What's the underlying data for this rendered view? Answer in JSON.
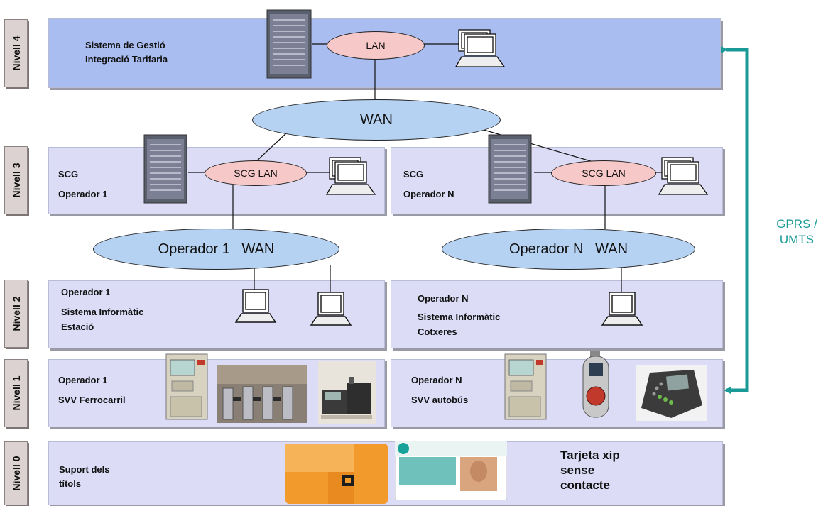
{
  "levels": [
    {
      "id": "4",
      "tab": "Nivell 4"
    },
    {
      "id": "3",
      "tab": "Nivell 3"
    },
    {
      "id": "2",
      "tab": "Nivell 2"
    },
    {
      "id": "1",
      "tab": "Nivell 1"
    },
    {
      "id": "0",
      "tab": "Nivell 0"
    }
  ],
  "level4": {
    "line1": "Sistema de Gestió",
    "line2": "Integració Tarifaria",
    "lan": "LAN"
  },
  "wan_central": "WAN",
  "level3": {
    "left": {
      "line1": "SCG",
      "line2": "Operador 1",
      "lan": "SCG LAN"
    },
    "right": {
      "line1": "SCG",
      "line2": "Operador N",
      "lan": "SCG LAN"
    }
  },
  "operator_wans": {
    "left": "Operador 1   WAN",
    "right": "Operador N   WAN"
  },
  "level2": {
    "left": {
      "line1": "Operador 1",
      "line2": "Sistema Informàtic",
      "line3": "Estació"
    },
    "right": {
      "line1": "Operador N",
      "line2": "Sistema Informàtic",
      "line3": "Cotxeres"
    }
  },
  "level1": {
    "left": {
      "line1": "Operador 1",
      "line2": "SVV Ferrocarril"
    },
    "right": {
      "line1": "Operador N",
      "line2": "SVV autobús"
    }
  },
  "level0": {
    "line1": "Suport dels",
    "line2": "títols",
    "card_text": {
      "line1": "Tarjeta xip",
      "line2": "sense",
      "line3": "contacte"
    }
  },
  "link": {
    "line1": "GPRS /",
    "line2": "UMTS",
    "color": "#1a9a96"
  },
  "colors": {
    "level4_band": "#a9bdf0",
    "band": "#dcdcf7",
    "wan": "#b6d2f2",
    "lan": "#f6c8c8"
  }
}
